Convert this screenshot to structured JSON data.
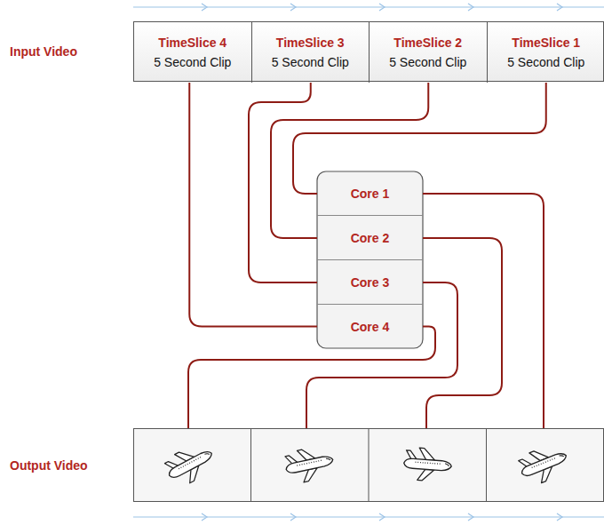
{
  "diagram": {
    "nodes": [
      {
        "text": [
          "Input Video"
        ]
      },
      {
        "text": [
          "TimeSlice 4",
          "5 Second Clip"
        ],
        "in": 0
      },
      {
        "text": [
          "TimeSlice 3",
          "5 Second Clip"
        ],
        "in": 0
      },
      {
        "text": [
          "TimeSlice 2",
          "5 Second Clip"
        ],
        "in": 0
      },
      {
        "text": [
          "TimeSlice 1",
          "5 Second Clip"
        ],
        "in": 0
      },
      {
        "text": [
          "Core 1"
        ]
      },
      {
        "text": [
          "Core 2"
        ]
      },
      {
        "text": [
          "Core 3"
        ]
      },
      {
        "text": [
          "Core 4"
        ]
      },
      {
        "text": [
          "Output Video"
        ]
      }
    ],
    "edges": [
      {
        "from": 4,
        "to": 5,
        "arrow": "none"
      },
      {
        "from": 3,
        "to": 6,
        "arrow": "none"
      },
      {
        "from": 2,
        "to": 7,
        "arrow": "none"
      },
      {
        "from": 1,
        "to": 8,
        "arrow": "none"
      },
      {
        "from": 5,
        "to": 9,
        "arrow": "none"
      },
      {
        "from": 6,
        "to": 9,
        "arrow": "none"
      },
      {
        "from": 7,
        "to": 9,
        "arrow": "none"
      },
      {
        "from": 8,
        "to": 9,
        "arrow": "none"
      }
    ]
  }
}
